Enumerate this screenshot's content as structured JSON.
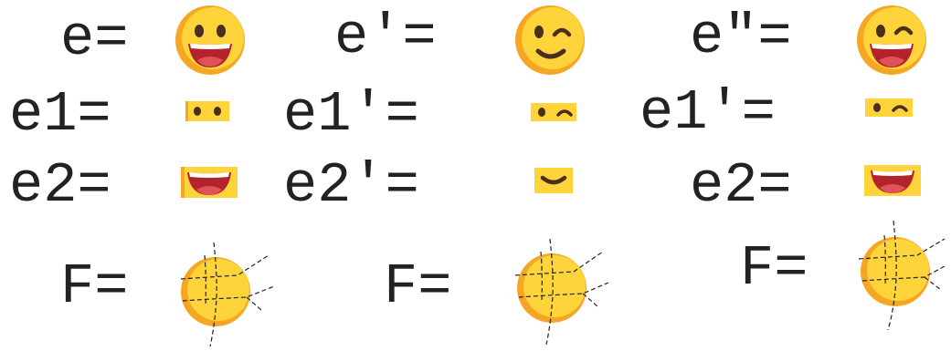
{
  "colors": {
    "face_light": "#ffd43b",
    "face_dark": "#f5a623",
    "feature": "#4a2e1e",
    "tongue": "#e0525a",
    "mouth": "#b3232b",
    "dash": "#222222"
  },
  "columns": [
    {
      "e_label": "e=",
      "e_icon": "grinning-face-icon",
      "e1_label": "e1=",
      "e1_icon": "eyes-strip-icon",
      "e2_label": "e2=",
      "e2_icon": "open-mouth-strip-icon",
      "f_label": "F=",
      "f_icon": "blank-face-pieces-icon"
    },
    {
      "e_label": "e′=",
      "e_icon": "winking-face-icon",
      "e1_label": "e1′=",
      "e1_icon": "wink-eyes-strip-icon",
      "e2_label": "e2′=",
      "e2_icon": "smile-mouth-strip-icon",
      "f_label": "F=",
      "f_icon": "blank-face-pieces-icon"
    },
    {
      "e_label": "e″=",
      "e_icon": "winking-grin-face-icon",
      "e1_label": "e1′=",
      "e1_icon": "wink-eyes-strip-icon",
      "e2_label": "e2=",
      "e2_icon": "open-mouth-strip-icon",
      "f_label": "F=",
      "f_icon": "blank-face-pieces-icon"
    }
  ]
}
